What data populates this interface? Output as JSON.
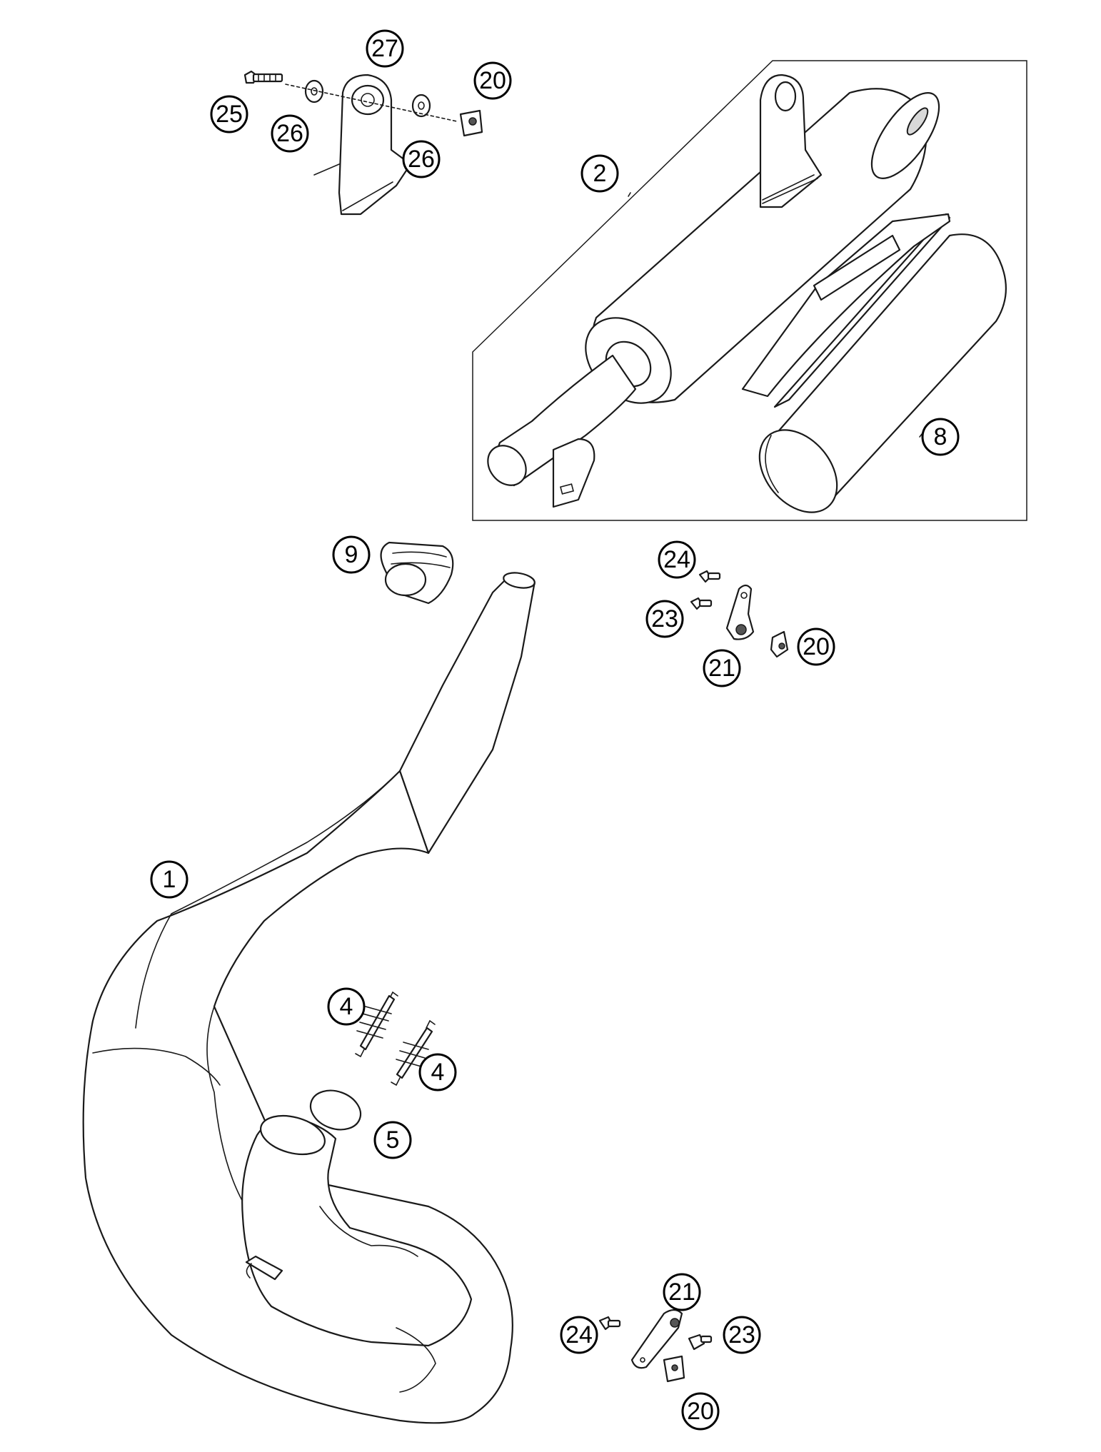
{
  "callouts": [
    {
      "id": "c27",
      "label": "27"
    },
    {
      "id": "c20a",
      "label": "20"
    },
    {
      "id": "c25",
      "label": "25"
    },
    {
      "id": "c26a",
      "label": "26"
    },
    {
      "id": "c26b",
      "label": "26"
    },
    {
      "id": "c2",
      "label": "2"
    },
    {
      "id": "c8",
      "label": "8"
    },
    {
      "id": "c9",
      "label": "9"
    },
    {
      "id": "c24a",
      "label": "24"
    },
    {
      "id": "c23a",
      "label": "23"
    },
    {
      "id": "c20b",
      "label": "20"
    },
    {
      "id": "c21a",
      "label": "21"
    },
    {
      "id": "c1",
      "label": "1"
    },
    {
      "id": "c4a",
      "label": "4"
    },
    {
      "id": "c4b",
      "label": "4"
    },
    {
      "id": "c5",
      "label": "5"
    },
    {
      "id": "c21b",
      "label": "21"
    },
    {
      "id": "c24b",
      "label": "24"
    },
    {
      "id": "c23b",
      "label": "23"
    },
    {
      "id": "c20c",
      "label": "20"
    }
  ]
}
